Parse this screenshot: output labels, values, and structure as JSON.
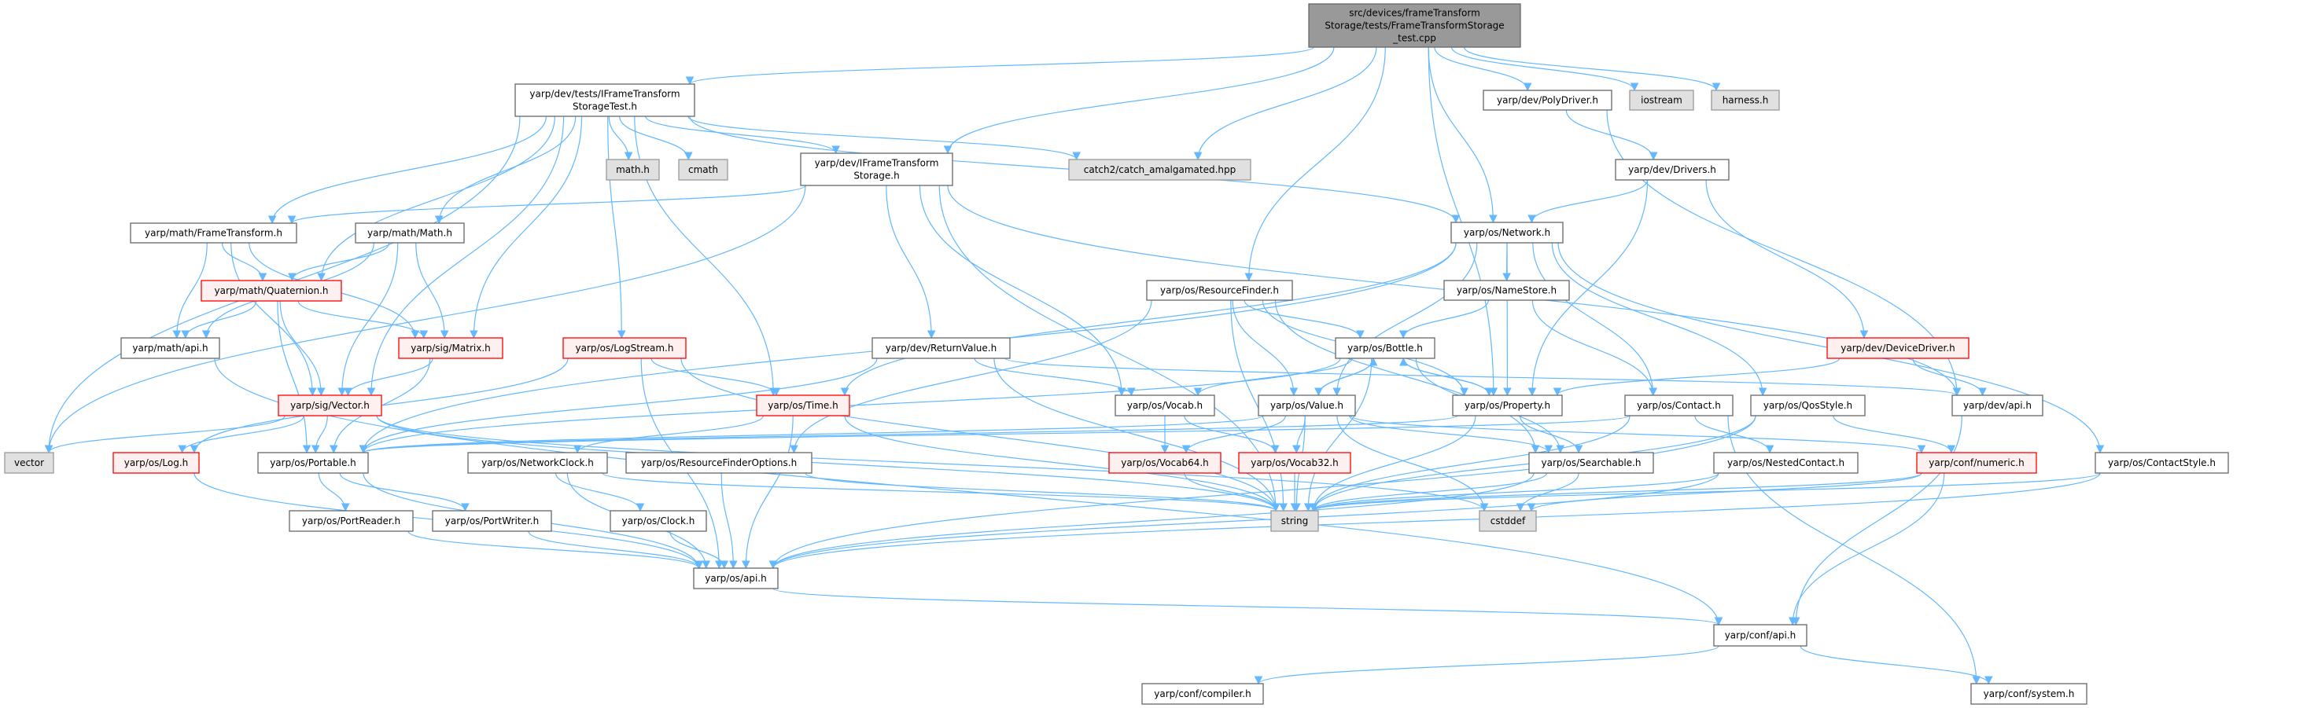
{
  "title": "Include dependency graph for FrameTransformStorage_test.cpp",
  "colors": {
    "edge": "#63b8ff",
    "red_border": "#ff0000",
    "root_fill": "#999999",
    "gray_fill": "#e0e0e0"
  },
  "nodes": {
    "root": {
      "lines": [
        "src/devices/frameTransform",
        "Storage/tests/FrameTransformStorage",
        "_test.cpp"
      ],
      "style": "root"
    },
    "storagetest": {
      "lines": [
        "yarp/dev/tests/IFrameTransform",
        "StorageTest.h"
      ],
      "style": "normal"
    },
    "mathh": {
      "lines": [
        "math.h"
      ],
      "style": "gray"
    },
    "cmath": {
      "lines": [
        "cmath"
      ],
      "style": "gray"
    },
    "iftstorage": {
      "lines": [
        "yarp/dev/IFrameTransform",
        "Storage.h"
      ],
      "style": "normal"
    },
    "catch2": {
      "lines": [
        "catch2/catch_amalgamated.hpp"
      ],
      "style": "gray"
    },
    "polydriver": {
      "lines": [
        "yarp/dev/PolyDriver.h"
      ],
      "style": "normal"
    },
    "iostream": {
      "lines": [
        "iostream"
      ],
      "style": "gray"
    },
    "harness": {
      "lines": [
        "harness.h"
      ],
      "style": "gray"
    },
    "drivers": {
      "lines": [
        "yarp/dev/Drivers.h"
      ],
      "style": "normal"
    },
    "frametransform": {
      "lines": [
        "yarp/math/FrameTransform.h"
      ],
      "style": "normal"
    },
    "mathmath": {
      "lines": [
        "yarp/math/Math.h"
      ],
      "style": "normal"
    },
    "network": {
      "lines": [
        "yarp/os/Network.h"
      ],
      "style": "normal"
    },
    "quaternion": {
      "lines": [
        "yarp/math/Quaternion.h"
      ],
      "style": "red"
    },
    "resourcefinder": {
      "lines": [
        "yarp/os/ResourceFinder.h"
      ],
      "style": "normal"
    },
    "namestore": {
      "lines": [
        "yarp/os/NameStore.h"
      ],
      "style": "normal"
    },
    "mathapi": {
      "lines": [
        "yarp/math/api.h"
      ],
      "style": "normal"
    },
    "matrix": {
      "lines": [
        "yarp/sig/Matrix.h"
      ],
      "style": "red"
    },
    "logstream": {
      "lines": [
        "yarp/os/LogStream.h"
      ],
      "style": "red"
    },
    "returnvalue": {
      "lines": [
        "yarp/dev/ReturnValue.h"
      ],
      "style": "normal"
    },
    "bottle": {
      "lines": [
        "yarp/os/Bottle.h"
      ],
      "style": "normal"
    },
    "devicedriver": {
      "lines": [
        "yarp/dev/DeviceDriver.h"
      ],
      "style": "red"
    },
    "vectorh": {
      "lines": [
        "yarp/sig/Vector.h"
      ],
      "style": "red"
    },
    "time": {
      "lines": [
        "yarp/os/Time.h"
      ],
      "style": "red"
    },
    "vocab": {
      "lines": [
        "yarp/os/Vocab.h"
      ],
      "style": "normal"
    },
    "value": {
      "lines": [
        "yarp/os/Value.h"
      ],
      "style": "normal"
    },
    "property": {
      "lines": [
        "yarp/os/Property.h"
      ],
      "style": "normal"
    },
    "contact": {
      "lines": [
        "yarp/os/Contact.h"
      ],
      "style": "normal"
    },
    "qosstyle": {
      "lines": [
        "yarp/os/QosStyle.h"
      ],
      "style": "normal"
    },
    "devapi": {
      "lines": [
        "yarp/dev/api.h"
      ],
      "style": "normal"
    },
    "vector": {
      "lines": [
        "vector"
      ],
      "style": "gray"
    },
    "log": {
      "lines": [
        "yarp/os/Log.h"
      ],
      "style": "red"
    },
    "portable": {
      "lines": [
        "yarp/os/Portable.h"
      ],
      "style": "normal"
    },
    "networkclock": {
      "lines": [
        "yarp/os/NetworkClock.h"
      ],
      "style": "normal"
    },
    "rfoptions": {
      "lines": [
        "yarp/os/ResourceFinderOptions.h"
      ],
      "style": "normal"
    },
    "vocab64": {
      "lines": [
        "yarp/os/Vocab64.h"
      ],
      "style": "red"
    },
    "vocab32": {
      "lines": [
        "yarp/os/Vocab32.h"
      ],
      "style": "red"
    },
    "searchable": {
      "lines": [
        "yarp/os/Searchable.h"
      ],
      "style": "normal"
    },
    "nestedcontact": {
      "lines": [
        "yarp/os/NestedContact.h"
      ],
      "style": "normal"
    },
    "numeric": {
      "lines": [
        "yarp/conf/numeric.h"
      ],
      "style": "red"
    },
    "contactstyle": {
      "lines": [
        "yarp/os/ContactStyle.h"
      ],
      "style": "normal"
    },
    "portreader": {
      "lines": [
        "yarp/os/PortReader.h"
      ],
      "style": "normal"
    },
    "portwriter": {
      "lines": [
        "yarp/os/PortWriter.h"
      ],
      "style": "normal"
    },
    "clock": {
      "lines": [
        "yarp/os/Clock.h"
      ],
      "style": "normal"
    },
    "string": {
      "lines": [
        "string"
      ],
      "style": "gray"
    },
    "cstddef": {
      "lines": [
        "cstddef"
      ],
      "style": "gray"
    },
    "osapi": {
      "lines": [
        "yarp/os/api.h"
      ],
      "style": "normal"
    },
    "confapi": {
      "lines": [
        "yarp/conf/api.h"
      ],
      "style": "normal"
    },
    "compiler": {
      "lines": [
        "yarp/conf/compiler.h"
      ],
      "style": "normal"
    },
    "system": {
      "lines": [
        "yarp/conf/system.h"
      ],
      "style": "normal"
    }
  },
  "edges": [
    [
      "root",
      "storagetest"
    ],
    [
      "root",
      "iftstorage"
    ],
    [
      "root",
      "catch2"
    ],
    [
      "root",
      "resourcefinder"
    ],
    [
      "root",
      "property"
    ],
    [
      "root",
      "network"
    ],
    [
      "root",
      "polydriver"
    ],
    [
      "root",
      "iostream"
    ],
    [
      "root",
      "harness"
    ],
    [
      "storagetest",
      "vector"
    ],
    [
      "storagetest",
      "frametransform"
    ],
    [
      "storagetest",
      "quaternion"
    ],
    [
      "storagetest",
      "mathmath"
    ],
    [
      "storagetest",
      "matrix"
    ],
    [
      "storagetest",
      "vectorh"
    ],
    [
      "storagetest",
      "logstream"
    ],
    [
      "storagetest",
      "mathh"
    ],
    [
      "storagetest",
      "cmath"
    ],
    [
      "storagetest",
      "time"
    ],
    [
      "storagetest",
      "iftstorage"
    ],
    [
      "storagetest",
      "catch2"
    ],
    [
      "storagetest",
      "network"
    ],
    [
      "iftstorage",
      "frametransform"
    ],
    [
      "iftstorage",
      "vector"
    ],
    [
      "iftstorage",
      "string"
    ],
    [
      "iftstorage",
      "returnvalue"
    ],
    [
      "iftstorage",
      "vocab"
    ],
    [
      "iftstorage",
      "devapi"
    ],
    [
      "frametransform",
      "quaternion"
    ],
    [
      "frametransform",
      "matrix"
    ],
    [
      "frametransform",
      "mathapi"
    ],
    [
      "frametransform",
      "vectorh"
    ],
    [
      "mathmath",
      "mathapi"
    ],
    [
      "mathmath",
      "quaternion"
    ],
    [
      "mathmath",
      "matrix"
    ],
    [
      "mathmath",
      "vectorh"
    ],
    [
      "quaternion",
      "mathapi"
    ],
    [
      "quaternion",
      "matrix"
    ],
    [
      "quaternion",
      "vectorh"
    ],
    [
      "quaternion",
      "portable"
    ],
    [
      "mathapi",
      "confapi"
    ],
    [
      "matrix",
      "vectorh"
    ],
    [
      "matrix",
      "portable"
    ],
    [
      "logstream",
      "log"
    ],
    [
      "logstream",
      "time"
    ],
    [
      "logstream",
      "string"
    ],
    [
      "logstream",
      "osapi"
    ],
    [
      "returnvalue",
      "vocab"
    ],
    [
      "returnvalue",
      "string"
    ],
    [
      "returnvalue",
      "portable"
    ],
    [
      "returnvalue",
      "devapi"
    ],
    [
      "vectorh",
      "vector"
    ],
    [
      "vectorh",
      "log"
    ],
    [
      "vectorh",
      "portable"
    ],
    [
      "vectorh",
      "string"
    ],
    [
      "vectorh",
      "cstddef"
    ],
    [
      "time",
      "networkclock"
    ],
    [
      "time",
      "string"
    ],
    [
      "time",
      "osapi"
    ],
    [
      "log",
      "osapi"
    ],
    [
      "portable",
      "portreader"
    ],
    [
      "portable",
      "portwriter"
    ],
    [
      "portable",
      "osapi"
    ],
    [
      "networkclock",
      "clock"
    ],
    [
      "networkclock",
      "osapi"
    ],
    [
      "networkclock",
      "string"
    ],
    [
      "rfoptions",
      "osapi"
    ],
    [
      "rfoptions",
      "string"
    ],
    [
      "portreader",
      "osapi"
    ],
    [
      "portwriter",
      "osapi"
    ],
    [
      "clock",
      "osapi"
    ],
    [
      "osapi",
      "confapi"
    ],
    [
      "confapi",
      "compiler"
    ],
    [
      "confapi",
      "system"
    ],
    [
      "polydriver",
      "drivers"
    ],
    [
      "polydriver",
      "devapi"
    ],
    [
      "drivers",
      "network"
    ],
    [
      "drivers",
      "property"
    ],
    [
      "drivers",
      "devicedriver"
    ],
    [
      "network",
      "portable"
    ],
    [
      "network",
      "time"
    ],
    [
      "network",
      "value"
    ],
    [
      "network",
      "namestore"
    ],
    [
      "network",
      "property"
    ],
    [
      "network",
      "contact"
    ],
    [
      "network",
      "qosstyle"
    ],
    [
      "network",
      "contactstyle"
    ],
    [
      "resourcefinder",
      "bottle"
    ],
    [
      "resourcefinder",
      "value"
    ],
    [
      "resourcefinder",
      "property"
    ],
    [
      "resourcefinder",
      "searchable"
    ],
    [
      "resourcefinder",
      "string"
    ],
    [
      "resourcefinder",
      "rfoptions"
    ],
    [
      "namestore",
      "bottle"
    ],
    [
      "namestore",
      "contact"
    ],
    [
      "bottle",
      "value"
    ],
    [
      "bottle",
      "property"
    ],
    [
      "bottle",
      "vocab"
    ],
    [
      "bottle",
      "searchable"
    ],
    [
      "bottle",
      "string"
    ],
    [
      "bottle",
      "portable"
    ],
    [
      "devicedriver",
      "property"
    ],
    [
      "devicedriver",
      "devapi"
    ],
    [
      "vocab",
      "vocab64"
    ],
    [
      "vocab",
      "vocab32"
    ],
    [
      "value",
      "bottle"
    ],
    [
      "value",
      "vocab64"
    ],
    [
      "value",
      "vocab32"
    ],
    [
      "value",
      "searchable"
    ],
    [
      "value",
      "string"
    ],
    [
      "value",
      "cstddef"
    ],
    [
      "value",
      "numeric"
    ],
    [
      "value",
      "portable"
    ],
    [
      "property",
      "bottle"
    ],
    [
      "property",
      "searchable"
    ],
    [
      "property",
      "string"
    ],
    [
      "property",
      "portable"
    ],
    [
      "contact",
      "nestedcontact"
    ],
    [
      "contact",
      "string"
    ],
    [
      "contact",
      "portable"
    ],
    [
      "contact",
      "system"
    ],
    [
      "qosstyle",
      "numeric"
    ],
    [
      "qosstyle",
      "string"
    ],
    [
      "qosstyle",
      "osapi"
    ],
    [
      "devapi",
      "confapi"
    ],
    [
      "vocab64",
      "string"
    ],
    [
      "vocab32",
      "string"
    ],
    [
      "searchable",
      "string"
    ],
    [
      "searchable",
      "cstddef"
    ],
    [
      "searchable",
      "osapi"
    ],
    [
      "nestedcontact",
      "string"
    ],
    [
      "nestedcontact",
      "osapi"
    ],
    [
      "numeric",
      "confapi"
    ],
    [
      "numeric",
      "cstddef"
    ],
    [
      "numeric",
      "string"
    ],
    [
      "contactstyle",
      "osapi"
    ],
    [
      "contactstyle",
      "string"
    ]
  ]
}
